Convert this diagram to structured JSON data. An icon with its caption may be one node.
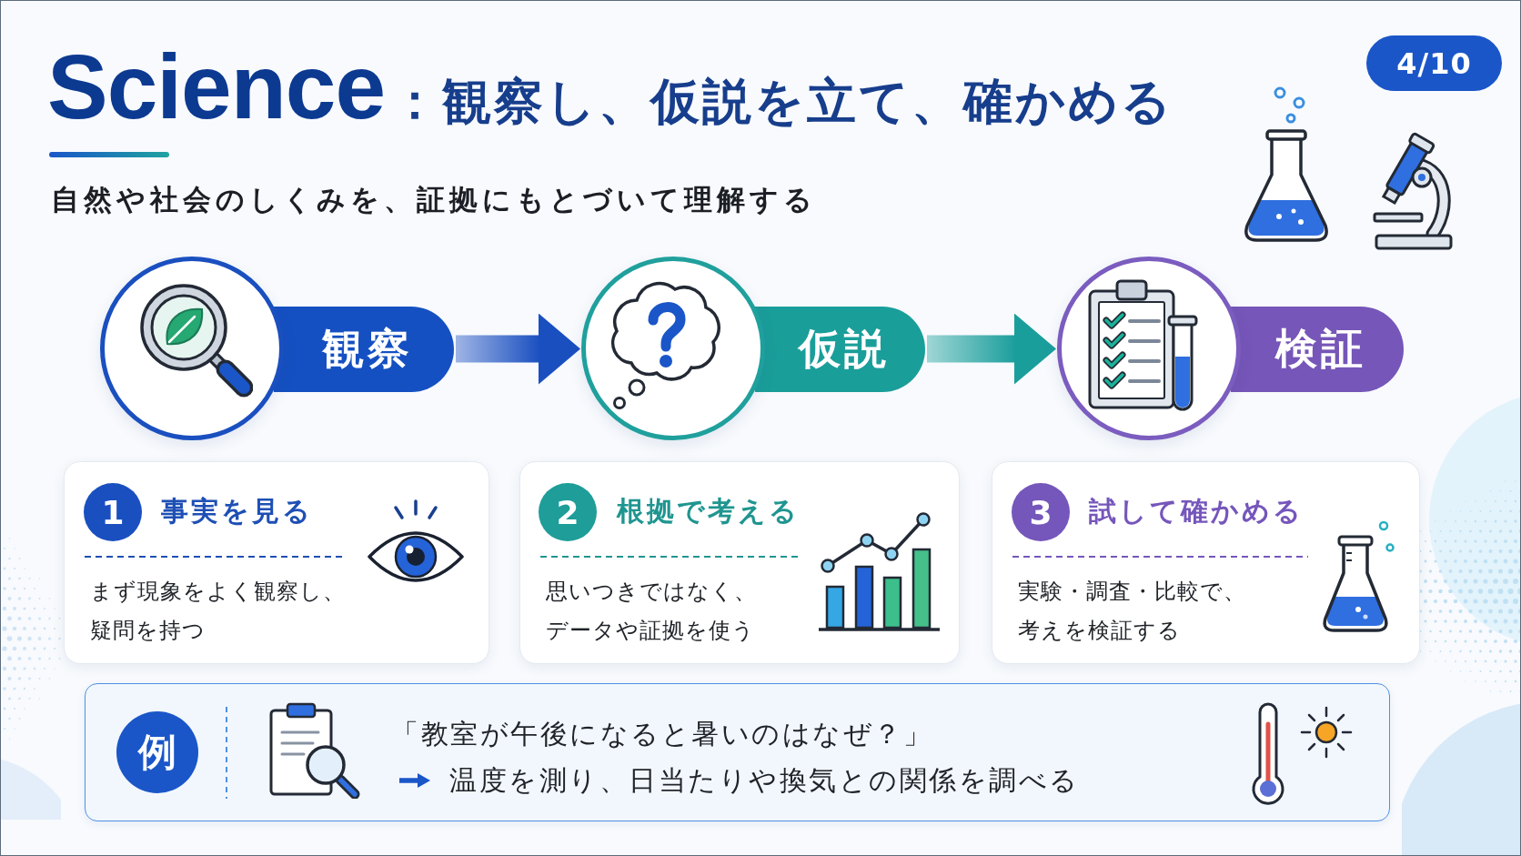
{
  "diagram": {
    "title": "Science：観察し、仮説を立て、確かめる",
    "nodes": [
      {
        "text": [
          "4/10"
        ]
      },
      {
        "text": [],
        "shape": "circle"
      },
      {
        "text": [
          "観察"
        ]
      },
      {
        "text": [],
        "shape": "circle"
      },
      {
        "text": [
          "仮説"
        ]
      },
      {
        "text": [],
        "shape": "circle"
      },
      {
        "text": [
          "検証"
        ]
      },
      {
        "text": [
          "事実を見る",
          "まず現象をよく観察し、疑問を持つ"
        ]
      },
      {
        "text": [
          "1"
        ],
        "in": 7
      },
      {
        "text": [
          "根拠で考える",
          "思いつきではなく、データや証拠を使う"
        ]
      },
      {
        "text": [
          "2"
        ],
        "in": 9
      },
      {
        "text": [
          "試して確かめる",
          "実験・調査・比較で、考えを検証する"
        ]
      },
      {
        "text": [
          "3"
        ],
        "in": 11
      },
      {
        "text": [
          "「教室が午後になると暑いのはなぜ？」",
          "温度を測り、日当たりや換気との関係を調べる"
        ]
      },
      {
        "text": [
          "例"
        ],
        "in": 13
      }
    ],
    "edges": [
      {
        "from": 2,
        "to": 3,
        "arrow": "to",
        "style": "thick",
        "color": "#1a4fc0"
      },
      {
        "from": 4,
        "to": 5,
        "arrow": "to",
        "style": "thick",
        "color": "#1a9e9c"
      }
    ],
    "labels": [
      "自然や社会のしくみを、証拠にもとづいて理解する"
    ]
  }
}
